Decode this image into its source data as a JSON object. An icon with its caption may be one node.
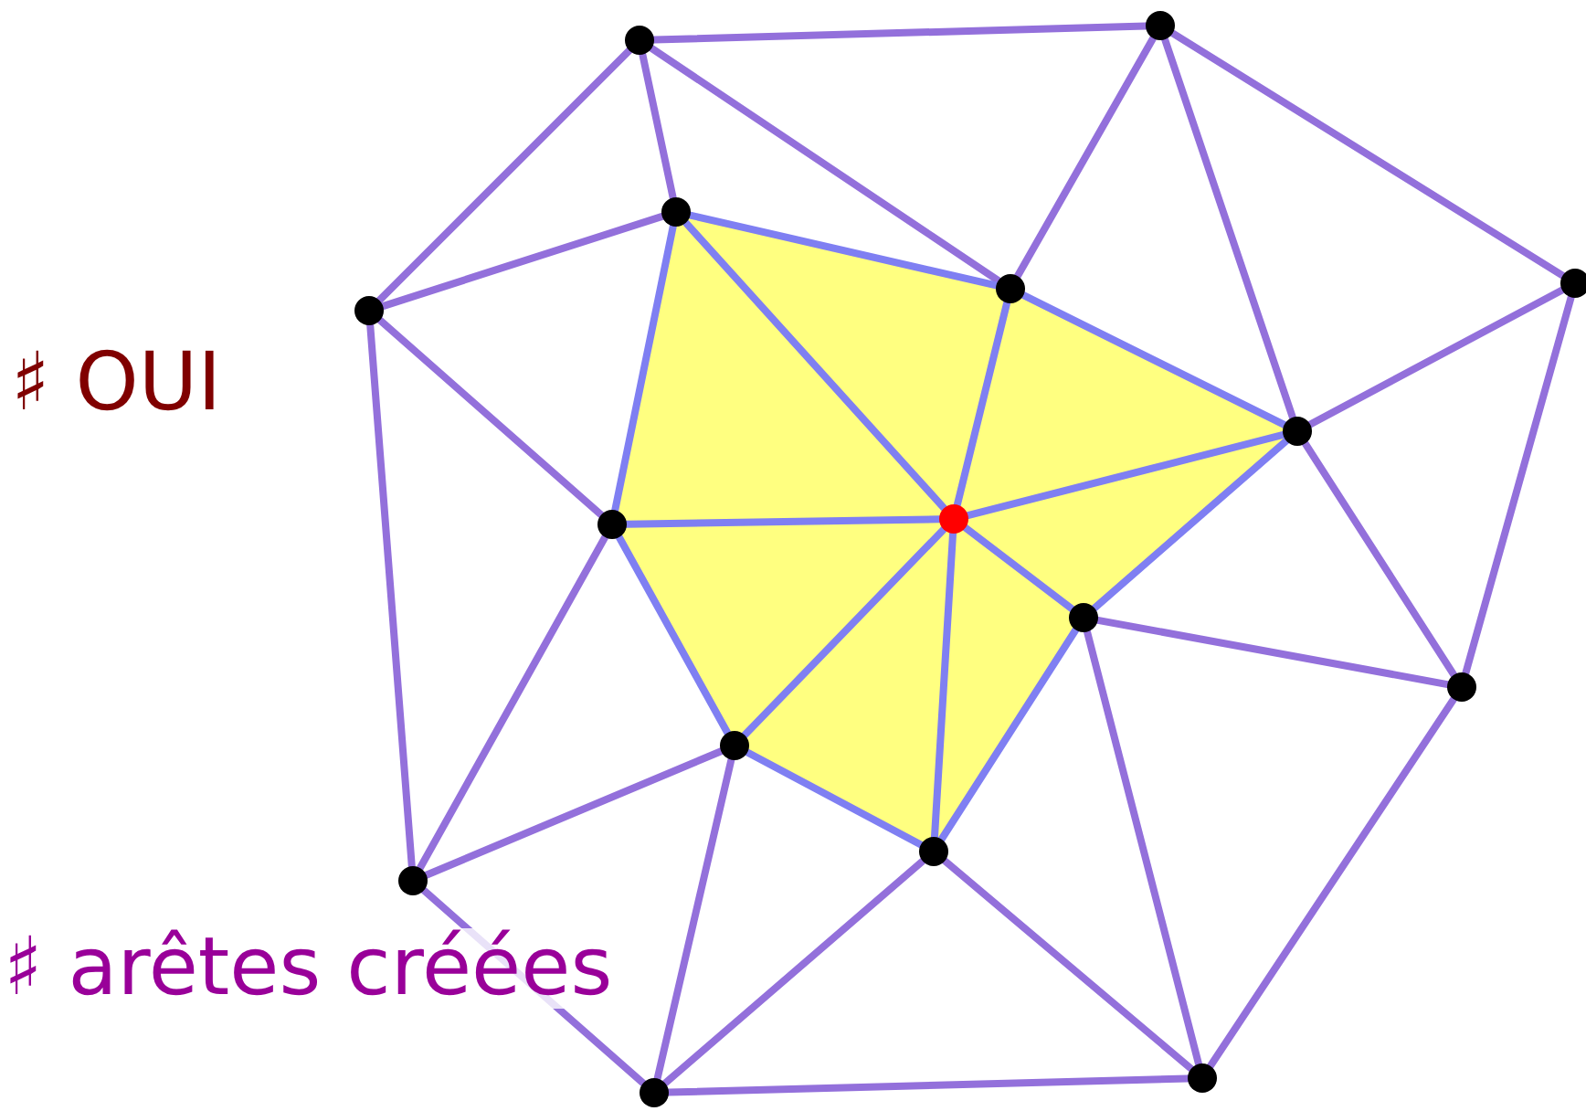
{
  "diagram": {
    "nodes": [
      {
        "text": [],
        "shape": "circle"
      },
      {
        "text": [],
        "shape": "circle"
      },
      {
        "text": [],
        "shape": "circle"
      },
      {
        "text": [],
        "shape": "circle"
      },
      {
        "text": [],
        "shape": "circle"
      },
      {
        "text": [],
        "shape": "circle"
      },
      {
        "text": [],
        "shape": "circle"
      },
      {
        "text": [],
        "shape": "circle"
      },
      {
        "text": [],
        "shape": "circle"
      },
      {
        "text": [],
        "shape": "circle"
      },
      {
        "text": [],
        "shape": "circle"
      },
      {
        "text": [],
        "shape": "circle"
      },
      {
        "text": [],
        "shape": "circle"
      },
      {
        "text": [],
        "shape": "circle"
      },
      {
        "text": [],
        "shape": "circle"
      },
      {
        "text": [],
        "shape": "circle"
      }
    ],
    "edges": [
      {
        "from": 0,
        "to": 1,
        "arrow": "none"
      },
      {
        "from": 0,
        "to": 2,
        "arrow": "none"
      },
      {
        "from": 0,
        "to": 3,
        "arrow": "none"
      },
      {
        "from": 0,
        "to": 4,
        "arrow": "none"
      },
      {
        "from": 1,
        "to": 4,
        "arrow": "none"
      },
      {
        "from": 1,
        "to": 6,
        "arrow": "none"
      },
      {
        "from": 1,
        "to": 5,
        "arrow": "none"
      },
      {
        "from": 5,
        "to": 6,
        "arrow": "none"
      },
      {
        "from": 5,
        "to": 10,
        "arrow": "none"
      },
      {
        "from": 3,
        "to": 2,
        "arrow": "none"
      },
      {
        "from": 3,
        "to": 7,
        "arrow": "none"
      },
      {
        "from": 3,
        "to": 13,
        "arrow": "none"
      },
      {
        "from": 2,
        "to": 4,
        "arrow": "none",
        "color": "#7f7ff2"
      },
      {
        "from": 2,
        "to": 7,
        "arrow": "none",
        "color": "#7f7ff2"
      },
      {
        "from": 2,
        "to": 8,
        "arrow": "none",
        "color": "#7f7ff2"
      },
      {
        "from": 4,
        "to": 8,
        "arrow": "none",
        "color": "#7f7ff2"
      },
      {
        "from": 4,
        "to": 6,
        "arrow": "none",
        "color": "#7f7ff2"
      },
      {
        "from": 6,
        "to": 8,
        "arrow": "none",
        "color": "#7f7ff2"
      },
      {
        "from": 6,
        "to": 9,
        "arrow": "none",
        "color": "#7f7ff2"
      },
      {
        "from": 6,
        "to": 10,
        "arrow": "none"
      },
      {
        "from": 7,
        "to": 8,
        "arrow": "none",
        "color": "#7f7ff2"
      },
      {
        "from": 7,
        "to": 11,
        "arrow": "none",
        "color": "#7f7ff2"
      },
      {
        "from": 7,
        "to": 13,
        "arrow": "none"
      },
      {
        "from": 8,
        "to": 11,
        "arrow": "none",
        "color": "#7f7ff2"
      },
      {
        "from": 8,
        "to": 12,
        "arrow": "none",
        "color": "#7f7ff2"
      },
      {
        "from": 8,
        "to": 9,
        "arrow": "none",
        "color": "#7f7ff2"
      },
      {
        "from": 9,
        "to": 12,
        "arrow": "none",
        "color": "#7f7ff2"
      },
      {
        "from": 9,
        "to": 10,
        "arrow": "none"
      },
      {
        "from": 9,
        "to": 15,
        "arrow": "none"
      },
      {
        "from": 11,
        "to": 12,
        "arrow": "none",
        "color": "#7f7ff2"
      },
      {
        "from": 11,
        "to": 13,
        "arrow": "none"
      },
      {
        "from": 11,
        "to": 14,
        "arrow": "none"
      },
      {
        "from": 12,
        "to": 14,
        "arrow": "none"
      },
      {
        "from": 12,
        "to": 15,
        "arrow": "none"
      },
      {
        "from": 13,
        "to": 14,
        "arrow": "none"
      },
      {
        "from": 14,
        "to": 15,
        "arrow": "none"
      },
      {
        "from": 10,
        "to": 15,
        "arrow": "none"
      }
    ],
    "labels": [
      "♯ OUI",
      "♯ arêtes créées"
    ]
  }
}
